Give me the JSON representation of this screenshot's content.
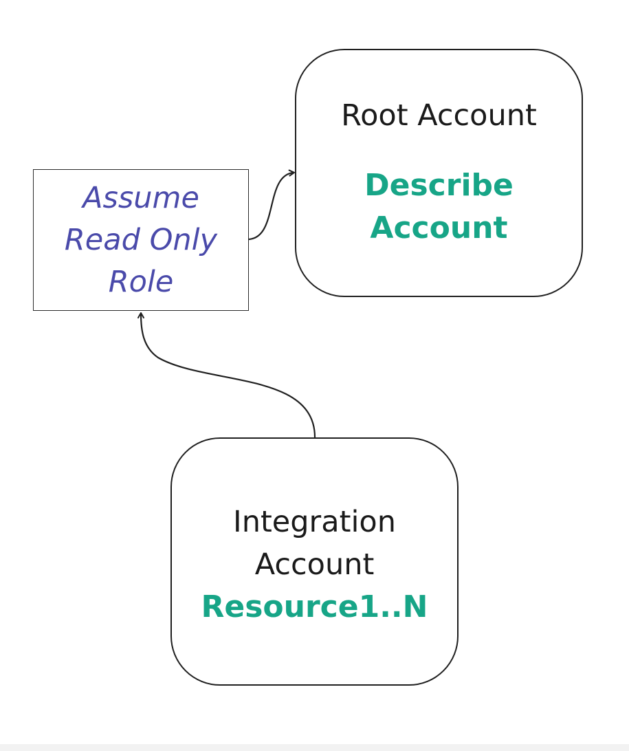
{
  "nodes": {
    "root": {
      "title": "Root Account",
      "action_line1": "Describe",
      "action_line2": "Account"
    },
    "role": {
      "line1": "Assume",
      "line2": "Read Only",
      "line3": "Role"
    },
    "integration": {
      "title_line1": "Integration",
      "title_line2": "Account",
      "resource": "Resource1..N"
    }
  },
  "colors": {
    "accent": "#17a587",
    "role_text": "#4a4aaa",
    "stroke": "#1f1f1f"
  },
  "edges": [
    {
      "from": "integration",
      "to": "role",
      "style": "curved-arrow"
    },
    {
      "from": "role",
      "to": "root",
      "style": "curved-arrow"
    }
  ]
}
